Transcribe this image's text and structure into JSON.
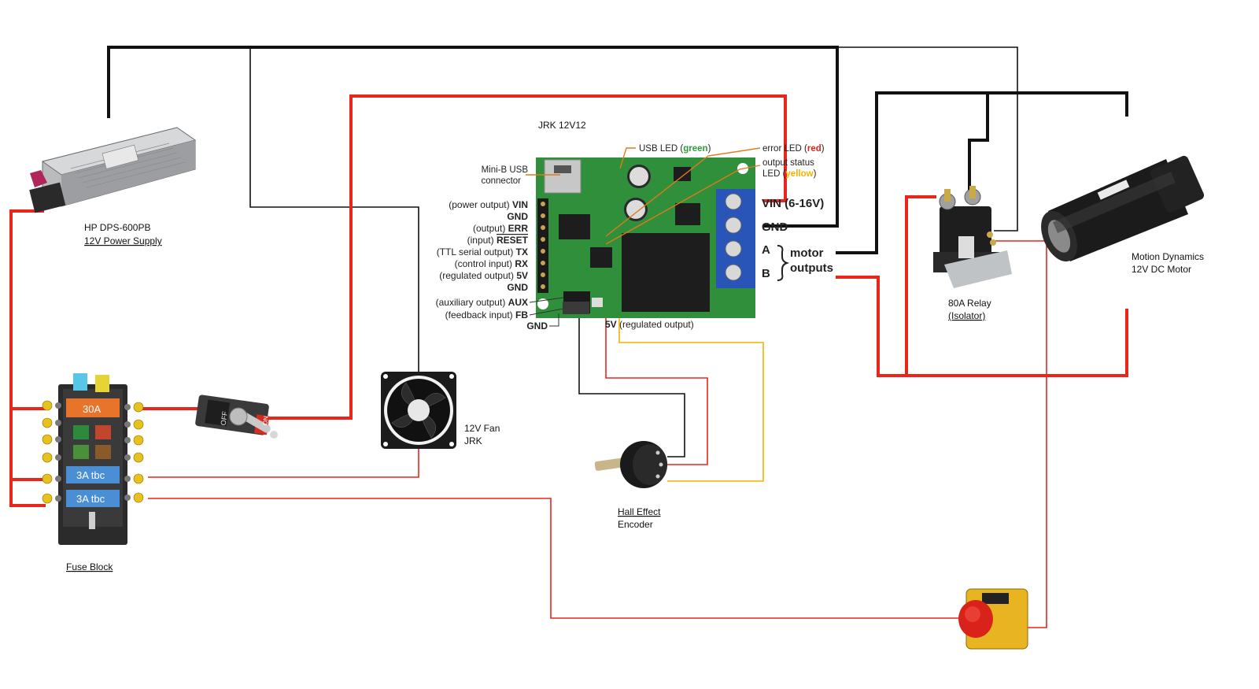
{
  "labels": {
    "psu_line1": "HP DPS-600PB",
    "psu_line2": "12V Power Supply",
    "board_title": "JRK 12V12",
    "fan_line1": "12V Fan",
    "fan_line2": "JRK",
    "encoder_line1": "Hall Effect",
    "encoder_line2": "Encoder",
    "relay_line1": "80A Relay",
    "relay_line2": "(Isolator)",
    "motor_line1": "Motion Dynamics",
    "motor_line2": "12V DC Motor",
    "fuse_block": "Fuse Block",
    "fuse_30a": "30A",
    "fuse_3a_1": "3A tbc",
    "fuse_3a_2": "3A tbc",
    "switch_off": "OFF",
    "switch_on": "ON"
  },
  "board": {
    "usb_led_prefix": "USB LED (",
    "usb_led_color": "green",
    "usb_led_suffix": ")",
    "error_led_prefix": "error LED (",
    "error_led_color": "red",
    "error_led_suffix": ")",
    "status_line1": "output status",
    "status_prefix": "LED (",
    "status_color": "yellow",
    "status_suffix": ")",
    "usb_line1": "Mini-B USB",
    "usb_line2": "connector",
    "pins": [
      {
        "desc": "(power output) ",
        "name": "VIN"
      },
      {
        "desc": "",
        "name": "GND"
      },
      {
        "desc": "(output) ",
        "name": "ERR"
      },
      {
        "desc": "(input) ",
        "name": "RESET"
      },
      {
        "desc": "(TTL serial output) ",
        "name": "TX"
      },
      {
        "desc": "(control input) ",
        "name": "RX"
      },
      {
        "desc": "(regulated output) ",
        "name": "5V"
      },
      {
        "desc": "",
        "name": "GND"
      },
      {
        "desc": "(auxiliary output) ",
        "name": "AUX"
      },
      {
        "desc": "(feedback input) ",
        "name": "FB"
      }
    ],
    "bottom_gnd": "GND",
    "bottom_5v": "5V",
    "bottom_5v_desc": " (regulated output)",
    "vin_label": "VIN (6-16V)",
    "gnd_label": "GND",
    "a_label": "A",
    "b_label": "B",
    "motor_outputs_line1": "motor",
    "motor_outputs_line2": "outputs"
  },
  "colors": {
    "wire_red": "#e8261c",
    "wire_black": "#111111",
    "wire_yellow": "#f0b400",
    "board_green": "#2f8f3a",
    "terminal_blue": "#2a55b8",
    "fuse_orange": "#e8742c",
    "fuse_blue": "#4a8fd6"
  }
}
